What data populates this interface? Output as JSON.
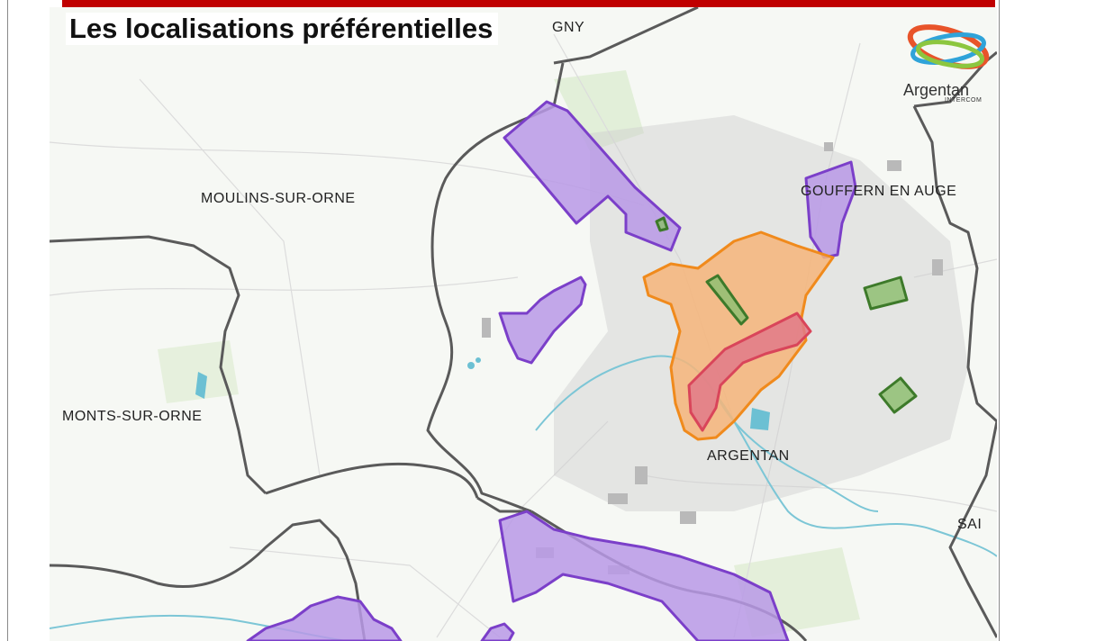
{
  "title": "Les localisations préférentielles",
  "logo": {
    "name": "Argentan",
    "sub": "INTERCOM"
  },
  "places": {
    "top_partial": "GNY",
    "moulins": "MOULINS-SUR-ORNE",
    "monts": "MONTS-SUR-ORNE",
    "gouffern": "GOUFFERN EN AUGE",
    "argentan": "ARGENTAN",
    "sai": "SAI"
  },
  "colors": {
    "header_bar": "#c00000",
    "commune_border": "#5a5a5a",
    "river": "#7cc6d6",
    "purple_zone": "#7b3fc9",
    "orange_zone": "#f08a1c",
    "green_zone": "#3d7a2a",
    "red_zone": "#d9455a"
  }
}
